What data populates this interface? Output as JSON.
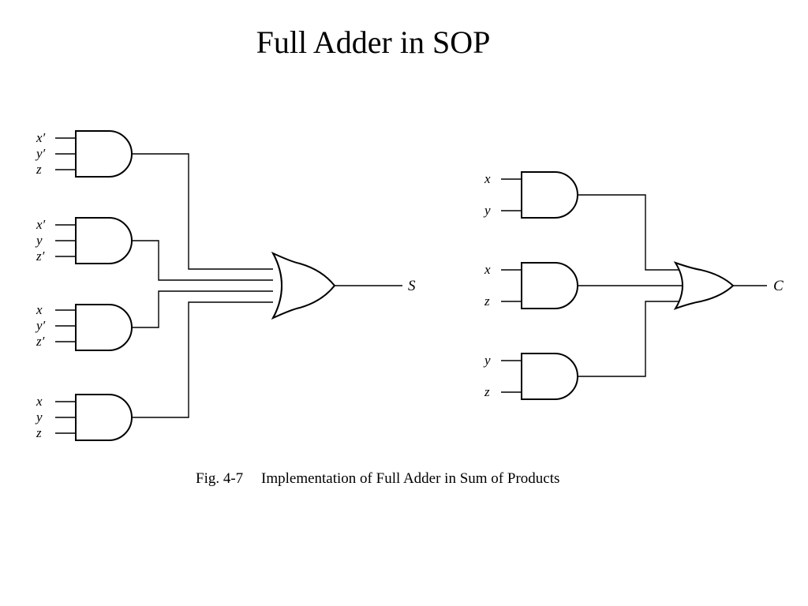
{
  "title": "Full Adder in SOP",
  "caption": {
    "figure": "Fig. 4-7",
    "text": "Implementation of Full Adder in Sum of Products"
  },
  "sum_circuit": {
    "output": "S",
    "and_gates": [
      {
        "inputs": [
          "x′",
          "y′",
          "z"
        ]
      },
      {
        "inputs": [
          "x′",
          "y",
          "z′"
        ]
      },
      {
        "inputs": [
          "x",
          "y′",
          "z′"
        ]
      },
      {
        "inputs": [
          "x",
          "y",
          "z"
        ]
      }
    ]
  },
  "carry_circuit": {
    "output": "C",
    "and_gates": [
      {
        "inputs": [
          "x",
          "y"
        ]
      },
      {
        "inputs": [
          "x",
          "z"
        ]
      },
      {
        "inputs": [
          "y",
          "z"
        ]
      }
    ]
  }
}
